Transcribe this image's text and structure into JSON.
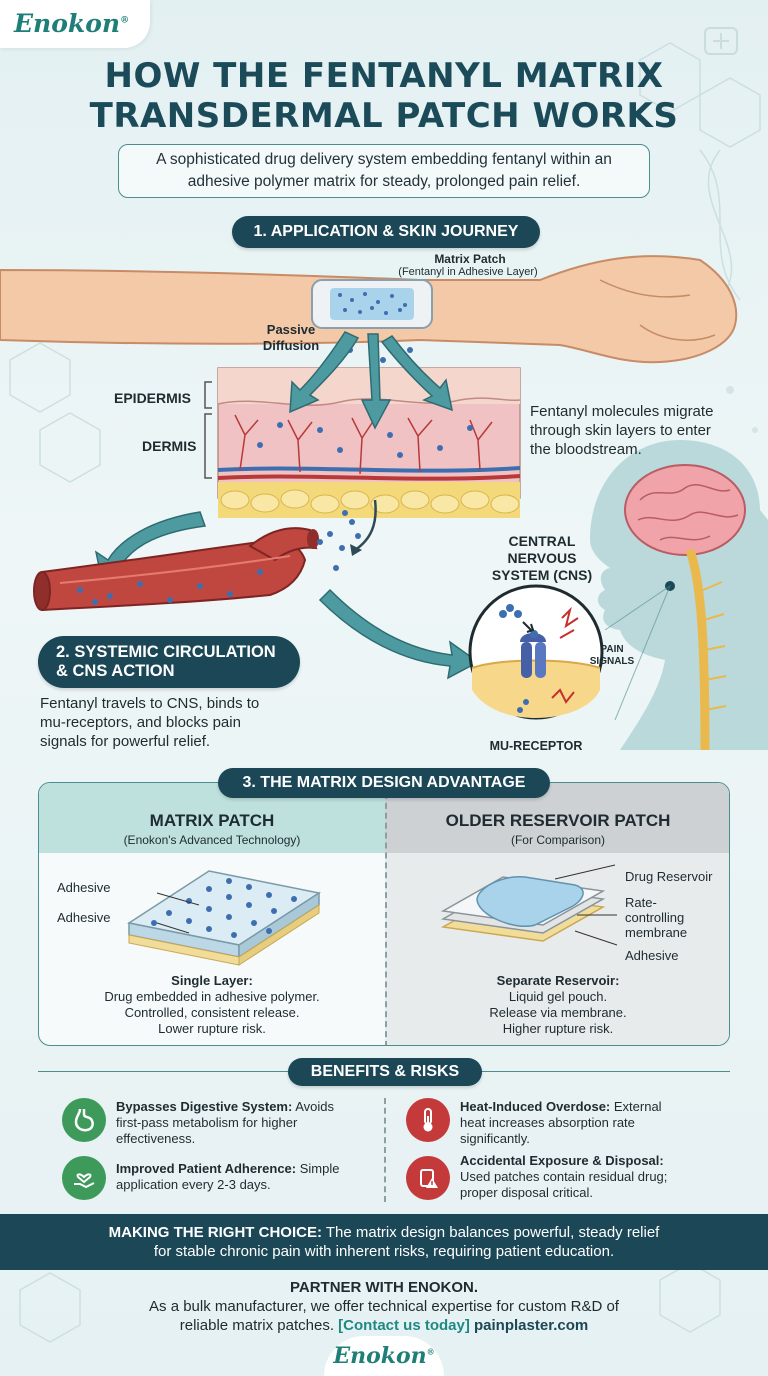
{
  "brand": {
    "name": "Enokon",
    "reg": "®"
  },
  "title_line1": "HOW THE FENTANYL MATRIX",
  "title_line2": "TRANSDERMAL PATCH WORKS",
  "subtitle_line1": "A sophisticated drug delivery system embedding fentanyl within an",
  "subtitle_line2": "adhesive polymer matrix for steady, prolonged pain relief.",
  "section1": {
    "title": "1. APPLICATION & SKIN JOURNEY",
    "patch_label": "Matrix Patch",
    "patch_sub": "(Fentanyl in Adhesive Layer)",
    "diffusion_line1": "Passive",
    "diffusion_line2": "Diffusion",
    "epidermis": "EPIDERMIS",
    "dermis": "DERMIS",
    "note_line1": "Fentanyl molecules migrate",
    "note_line2": "through skin layers to enter",
    "note_line3": "the bloodstream."
  },
  "section2": {
    "title_line1": "2. SYSTEMIC CIRCULATION",
    "title_line2": "& CNS ACTION",
    "desc_line1": "Fentanyl travels to CNS, binds to",
    "desc_line2": "mu-receptors, and blocks pain",
    "desc_line3": "signals for powerful relief.",
    "cns_line1": "CENTRAL",
    "cns_line2": "NERVOUS",
    "cns_line3": "SYSTEM (CNS)",
    "pain_line1": "PAIN",
    "pain_line2": "SIGNALS",
    "receptor": "MU-RECEPTOR"
  },
  "section3": {
    "title": "3. THE MATRIX DESIGN ADVANTAGE",
    "matrix": {
      "title": "MATRIX PATCH",
      "sub": "(Enokon's Advanced Technology)",
      "label_top": "Adhesive",
      "label_bottom": "Adhesive",
      "heading": "Single Layer:",
      "line1": "Drug embedded in adhesive polymer.",
      "line2": "Controlled, consistent release.",
      "line3": "Lower rupture risk."
    },
    "reservoir": {
      "title": "OLDER RESERVOIR PATCH",
      "sub": "(For Comparison)",
      "label_reservoir": "Drug Reservoir",
      "label_membrane_1": "Rate-",
      "label_membrane_2": "controlling",
      "label_membrane_3": "membrane",
      "label_adhesive": "Adhesive",
      "heading": "Separate Reservoir:",
      "line1": "Liquid gel pouch.",
      "line2": "Release via membrane.",
      "line3": "Higher rupture risk."
    }
  },
  "benefits": {
    "title": "BENEFITS & RISKS",
    "items": [
      {
        "head": "Bypasses Digestive System:",
        "l1": " Avoids",
        "l2": "first-pass metabolism for higher",
        "l3": "effectiveness.",
        "icon": "stomach-icon",
        "color": "#3d9a5b"
      },
      {
        "head": "Improved Patient Adherence:",
        "l1": " Simple",
        "l2": "application every 2-3 days.",
        "l3": "",
        "icon": "heart-hand-icon",
        "color": "#3d9a5b"
      },
      {
        "head": "Heat-Induced Overdose:",
        "l1": " External",
        "l2": "heat increases absorption rate",
        "l3": "significantly.",
        "icon": "thermometer-icon",
        "color": "#c43a3a"
      },
      {
        "head": "Accidental Exposure & Disposal:",
        "l1": "",
        "l2": "Used patches contain residual drug;",
        "l3": "proper disposal critical.",
        "icon": "warning-bin-icon",
        "color": "#c43a3a"
      }
    ]
  },
  "choice": {
    "head": "MAKING THE RIGHT CHOICE:",
    "l1": " The matrix design balances powerful, steady relief",
    "l2": "for stable chronic pain with inherent risks, requiring patient education."
  },
  "partner": {
    "head": "PARTNER WITH ENOKON.",
    "l1": "As a bulk manufacturer, we offer technical expertise for custom R&D of",
    "l2": "reliable matrix patches. ",
    "cta": "[Contact us today]",
    "site": " painplaster.com"
  },
  "colors": {
    "teal_dark": "#1b4756",
    "teal": "#2f8f8c",
    "blood": "#b8393a",
    "molecule": "#3d6fb0"
  }
}
